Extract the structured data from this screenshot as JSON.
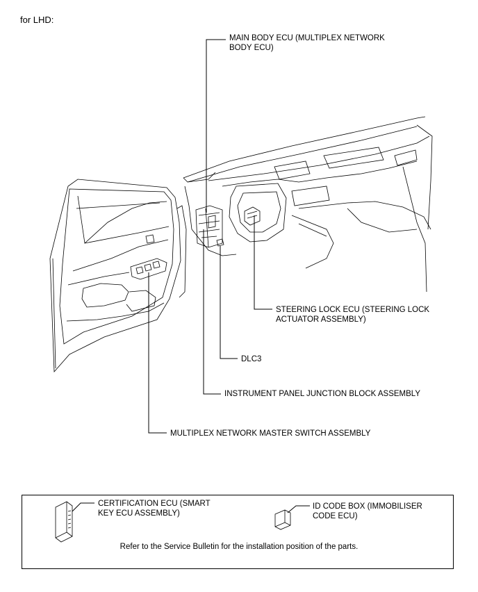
{
  "heading": "for LHD:",
  "labels": {
    "main_body_ecu": "MAIN BODY ECU (MULTIPLEX NETWORK\nBODY ECU)",
    "steering_lock_ecu": "STEERING LOCK ECU (STEERING LOCK\nACTUATOR ASSEMBLY)",
    "dlc3": "DLC3",
    "junction_block": "INSTRUMENT PANEL JUNCTION BLOCK ASSEMBLY",
    "master_switch": "MULTIPLEX NETWORK MASTER SWITCH ASSEMBLY"
  },
  "note_box": {
    "certification_ecu": "CERTIFICATION ECU (SMART\nKEY ECU ASSEMBLY)",
    "id_code_box": "ID CODE BOX (IMMOBILISER\nCODE ECU)",
    "note": "Refer to the Service Bulletin for the installation position of the parts."
  }
}
